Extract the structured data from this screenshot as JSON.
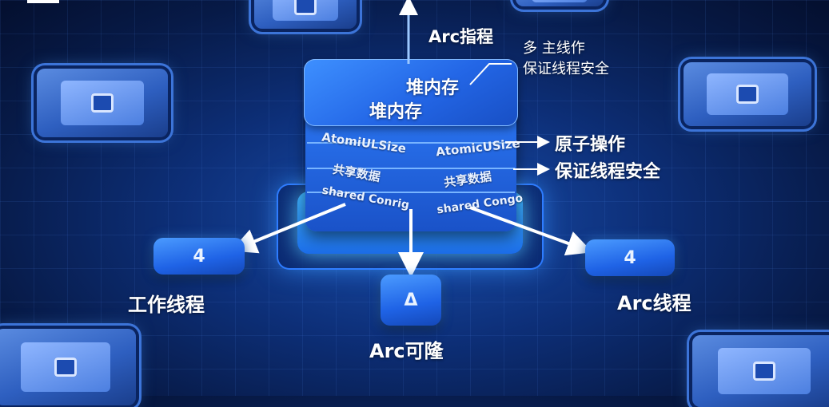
{
  "stack": {
    "top_lines": [
      "堆内存",
      "堆内存"
    ],
    "layers": [
      {
        "left": "AtomiULSize",
        "right": "AtomicUSize"
      },
      {
        "left": "共享数据",
        "right": "共享数据"
      },
      {
        "left": "shared Conrig",
        "right": "shared Congo"
      }
    ]
  },
  "annotations": {
    "arc_pointer": "Arc指程",
    "note_line1": "多 主线作",
    "note_line2": "保证线程安全",
    "atomic_ops": "原子操作",
    "thread_safety": "保证线程安全"
  },
  "threads": {
    "worker": "工作线程",
    "arc_clone": "Arc可隆",
    "arc_thread": "Arc线程"
  },
  "thread_icons": {
    "worker": "4",
    "arc_clone": "Δ",
    "arc_thread": "4"
  },
  "colors": {
    "accent": "#2f7dff",
    "background": "#0d2f78",
    "text": "#ffffff"
  }
}
